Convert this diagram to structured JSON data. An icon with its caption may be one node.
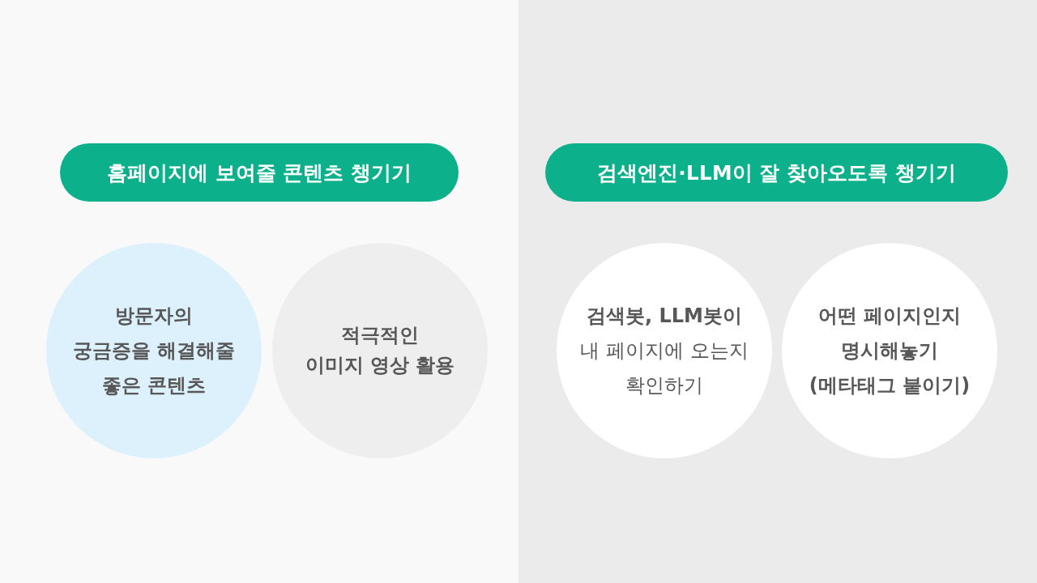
{
  "diagram": {
    "nodes": [
      {
        "text": [
          "홈페이지에 보여줄 콘텐츠 챙기기"
        ]
      },
      {
        "text": [
          "방문자의 궁금증을 해결해줄 좋은 콘텐츠"
        ]
      },
      {
        "text": [
          "적극적인 이미지 영상 활용"
        ]
      },
      {
        "text": [
          "검색엔진·LLM이 잘 찾아오도록 챙기기"
        ]
      },
      {
        "text": [
          "검색봇, LLM봇이",
          "내 페이지에 오는지 확인하기"
        ]
      },
      {
        "text": [
          "어떤 페이지인지 명시해놓기 (메타태그 붙이기)"
        ]
      }
    ]
  }
}
